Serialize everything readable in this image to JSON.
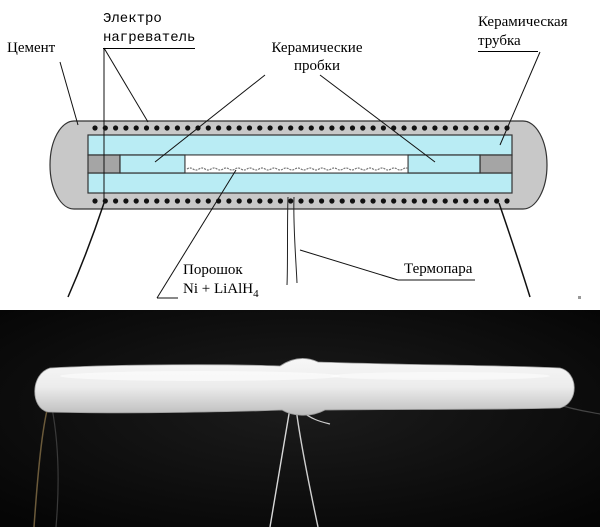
{
  "labels": {
    "cement": "Цемент",
    "heater_line1": "Электро",
    "heater_line2": "нагреватель",
    "plugs_line1": "Керамические",
    "plugs_line2": "пробки",
    "tube_line1": "Керамическая",
    "tube_line2": "трубка",
    "powder_line1": "Порошок",
    "powder_formula": "Ni + LiAlH",
    "powder_subscript": "4",
    "thermocouple": "Термопара"
  },
  "colors": {
    "cement": "#c8c8c8",
    "tube": "#b9ecf4",
    "plug": "#a5a5a5",
    "heater_dots": "#111111",
    "photo_background": "#0a0a0a",
    "sample_body": "#ececec"
  }
}
